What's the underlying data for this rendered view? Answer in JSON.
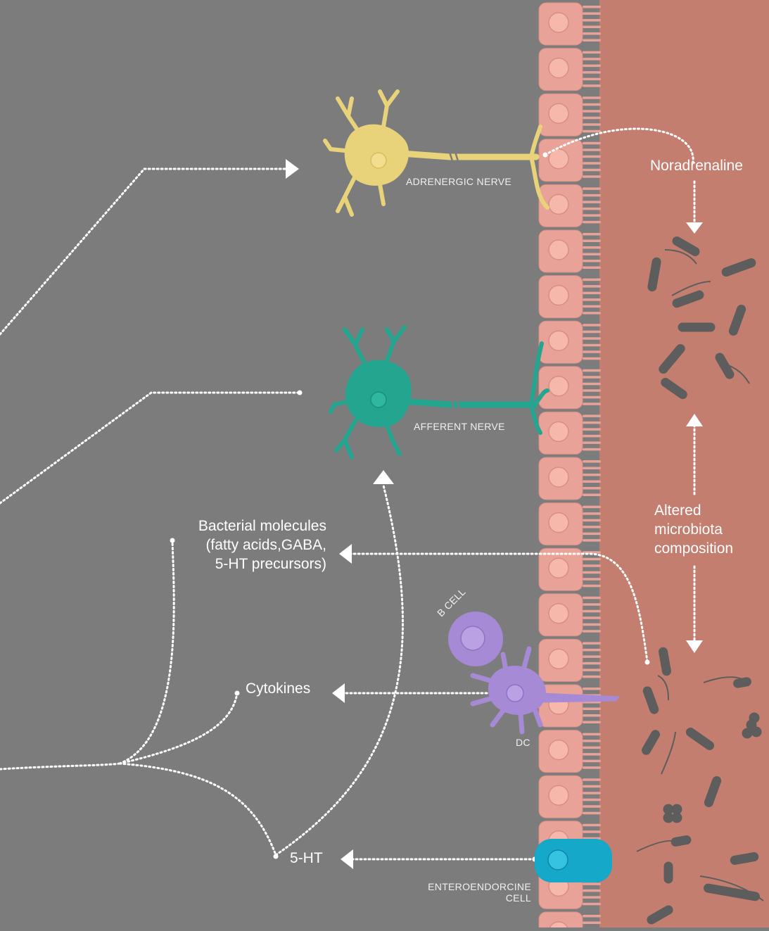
{
  "labels": {
    "adrenergic_nerve": "ADRENERGIC NERVE",
    "afferent_nerve": "AFFERENT NERVE",
    "noradrenaline": "Noradrenaline",
    "altered_1": "Altered",
    "altered_2": "microbiota",
    "altered_3": "composition",
    "bacterial_1": "Bacterial molecules",
    "bacterial_2": "(fatty acids,GABA,",
    "bacterial_3": "5-HT precursors)",
    "cytokines": "Cytokines",
    "b_cell": "B CELL",
    "dc": "DC",
    "serotonin": "5-HT",
    "entero_1": "ENTEROENDORCINE",
    "entero_2": "CELL"
  },
  "colors": {
    "background": "#7c7c7c",
    "lumen": "#c47e6f",
    "epithelium": "#e8a298",
    "nucleus": "#f7b8ac",
    "adrenergic_neuron": "#e8d27a",
    "afferent_neuron": "#23a58f",
    "immune_cell": "#a68ad6",
    "enteroendocrine": "#16a8c9",
    "bacteria": "#5d5d5d",
    "arrows": "#ffffff"
  }
}
